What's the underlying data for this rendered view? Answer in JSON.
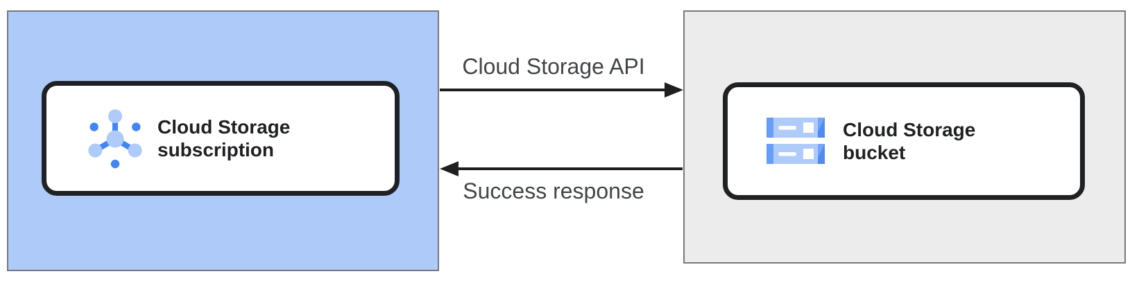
{
  "diagram": {
    "left_panel": {
      "name": "subscriber-zone",
      "background": "#aecaf8",
      "card": {
        "icon": "pubsub-icon",
        "title_line1": "Cloud Storage",
        "title_line2": "subscription"
      }
    },
    "right_panel": {
      "name": "storage-zone",
      "background": "#ececec",
      "card": {
        "icon": "cloud-storage-icon",
        "title_line1": "Cloud Storage",
        "title_line2": "bucket"
      }
    },
    "arrows": {
      "request": {
        "label": "Cloud Storage API",
        "direction": "left-to-right"
      },
      "response": {
        "label": "Success response",
        "direction": "right-to-left"
      }
    },
    "colors": {
      "left_panel_bg": "#aecaf8",
      "right_panel_bg": "#ececec",
      "panel_border": "#787878",
      "card_border": "#202124",
      "card_bg": "#ffffff",
      "title_text": "#202124",
      "arrow_label_text": "#424548",
      "arrow_stroke": "#1f1f1f",
      "icon_light_blue": "#aecbfa",
      "icon_blue": "#4285f4",
      "icon_medium_blue": "#669df6"
    }
  }
}
